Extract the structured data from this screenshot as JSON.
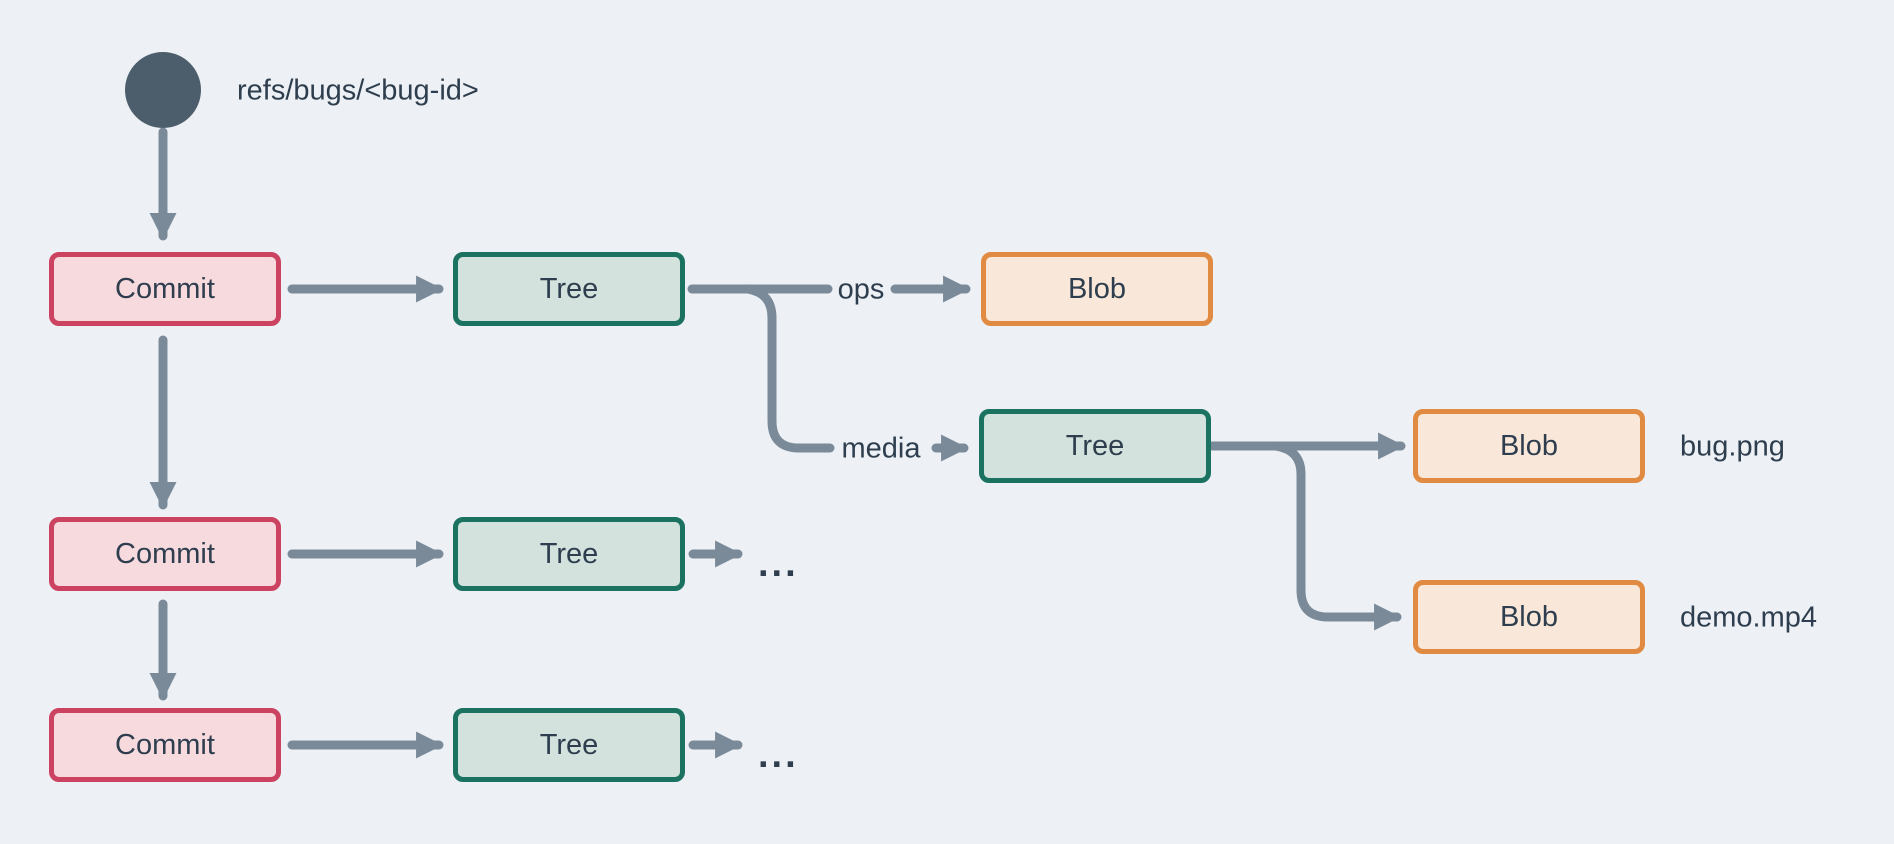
{
  "diagram": {
    "ref": {
      "label": "refs/bugs/<bug-id>"
    },
    "node_labels": {
      "commit": "Commit",
      "tree": "Tree",
      "blob": "Blob"
    },
    "edge_labels": {
      "ops": "ops",
      "media": "media"
    },
    "file_labels": {
      "bug": "bug.png",
      "demo": "demo.mp4"
    },
    "ellipsis": "...",
    "colors": {
      "background": "#edf1f5",
      "arrow": "#7b8a99",
      "ref_circle": "#4c5e6c",
      "text": "#2e3e4e",
      "commit_fill": "#f7dade",
      "commit_border": "#cc4361",
      "tree_fill": "#d3e2dd",
      "tree_border": "#1c7260",
      "blob_fill": "#f9e8d9",
      "blob_border": "#e08a42"
    }
  }
}
